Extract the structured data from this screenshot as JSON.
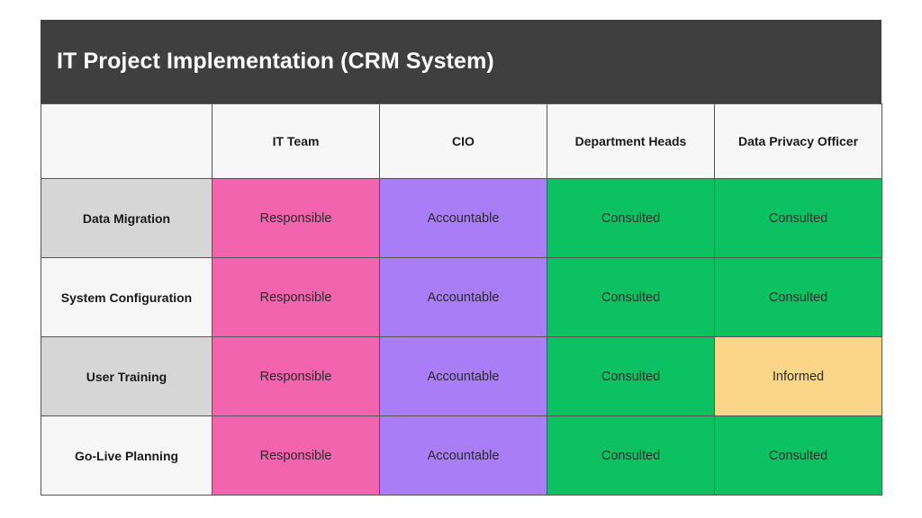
{
  "title": "IT Project Implementation (CRM System)",
  "colors": {
    "title_bar": "#3f3f3f",
    "title_text": "#ffffff",
    "header_bg": "#f7f7f7",
    "row_band_gray": "#d6d6d6",
    "row_band_light": "#f7f7f7",
    "responsible": "#f264ad",
    "accountable": "#a97df5",
    "consulted": "#0bc162",
    "informed": "#fbd588",
    "grid_line": "#555555",
    "page_bg": "#ffffff"
  },
  "table": {
    "corner_label": "",
    "columns": [
      "IT Team",
      "CIO",
      "Department Heads",
      "Data Privacy Officer"
    ],
    "rows": [
      {
        "label": "Data Migration",
        "band": "gray",
        "cells": [
          {
            "text": "Responsible",
            "role": "R"
          },
          {
            "text": "Accountable",
            "role": "A"
          },
          {
            "text": "Consulted",
            "role": "C"
          },
          {
            "text": "Consulted",
            "role": "C"
          }
        ]
      },
      {
        "label": "System Configuration",
        "band": "light",
        "cells": [
          {
            "text": "Responsible",
            "role": "R"
          },
          {
            "text": "Accountable",
            "role": "A"
          },
          {
            "text": "Consulted",
            "role": "C"
          },
          {
            "text": "Consulted",
            "role": "C"
          }
        ]
      },
      {
        "label": "User Training",
        "band": "gray",
        "cells": [
          {
            "text": "Responsible",
            "role": "R"
          },
          {
            "text": "Accountable",
            "role": "A"
          },
          {
            "text": "Consulted",
            "role": "C"
          },
          {
            "text": "Informed",
            "role": "I"
          }
        ]
      },
      {
        "label": "Go-Live Planning",
        "band": "light",
        "cells": [
          {
            "text": "Responsible",
            "role": "R"
          },
          {
            "text": "Accountable",
            "role": "A"
          },
          {
            "text": "Consulted",
            "role": "C"
          },
          {
            "text": "Consulted",
            "role": "C"
          }
        ]
      }
    ]
  }
}
